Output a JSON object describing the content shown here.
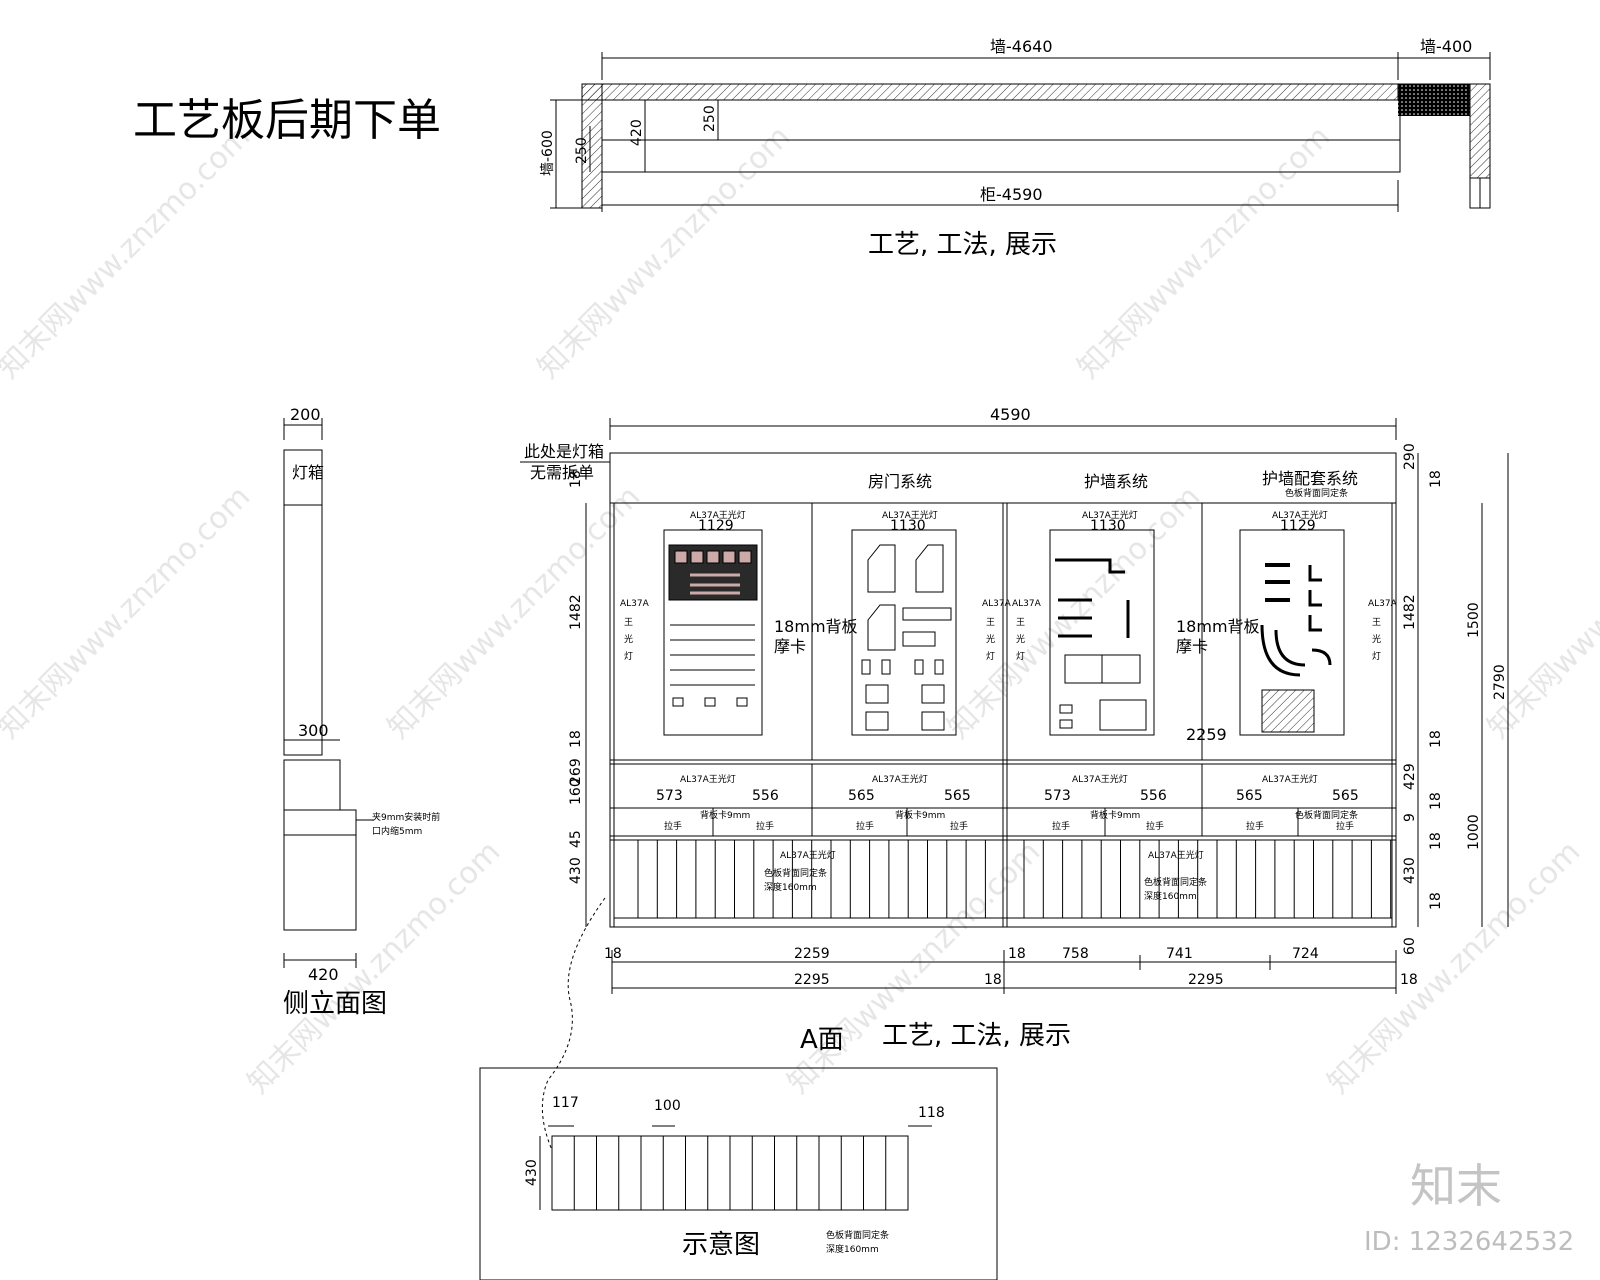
{
  "titles": {
    "main": "工艺板后期下单",
    "plan_caption": "工艺, 工法, 展示",
    "elev_caption": "工艺, 工法, 展示",
    "elev_label": "A面",
    "side_caption": "侧立面图",
    "detail_caption": "示意图"
  },
  "plan": {
    "dim_wall_total": "墙-4640",
    "dim_wall_end": "墙-400",
    "dim_cabinet": "柜-4590",
    "dim_wall_depth": "墙-600",
    "dim_250_left": "250",
    "dim_420": "420",
    "dim_250_inner": "250"
  },
  "side": {
    "dim_top": "200",
    "light_box": "灯箱",
    "dim_mid": "300",
    "note_line1": "夹9mm安装时前",
    "note_line2": "口内缩5mm",
    "dim_bottom": "420"
  },
  "elevation": {
    "dim_total": "4590",
    "note_line1": "此处是灯箱",
    "note_line2": "无需拆单",
    "sections": [
      "房门系统",
      "护墙系统",
      "护墙配套系统"
    ],
    "section_sub": "色板背面同定条",
    "light_label": "AL37A王光灯",
    "light_side": "AL37A",
    "light_side_chars": [
      "王",
      "光",
      "灯"
    ],
    "backboard": [
      "18mm背板",
      "摩卡"
    ],
    "panel_widths": [
      "1129",
      "1130",
      "1130",
      "1129"
    ],
    "center_dim": "2259",
    "drawer_widths": [
      "573",
      "556",
      "565",
      "565",
      "573",
      "556",
      "565",
      "565"
    ],
    "handle_label": "拉手",
    "handle_note": "背板卡9mm",
    "handle_note_last": "色板背面同定条",
    "slat_note": [
      "色板背面同定条",
      "深度160mm"
    ],
    "left_dims": [
      "18",
      "1482",
      "18",
      "269",
      "160",
      "45",
      "430"
    ],
    "right_dims": [
      "290",
      "18",
      "1482",
      "18",
      "429",
      "18",
      "9",
      "18",
      "430",
      "18",
      "60"
    ],
    "far_right_dims": [
      "1500",
      "2790",
      "1000"
    ],
    "bottom_row1": [
      "18",
      "2259",
      "18",
      "758",
      "741",
      "724"
    ],
    "bottom_row2": [
      "2295",
      "18",
      "2295",
      "18"
    ]
  },
  "detail": {
    "dims_top": [
      "117",
      "100",
      "118"
    ],
    "dim_height": "430",
    "note": [
      "色板背面同定条",
      "深度160mm"
    ],
    "slat_count": 16
  },
  "watermark": {
    "text": "知末网www.znzmo.com",
    "logo": "知末",
    "id": "ID: 1232642532"
  }
}
